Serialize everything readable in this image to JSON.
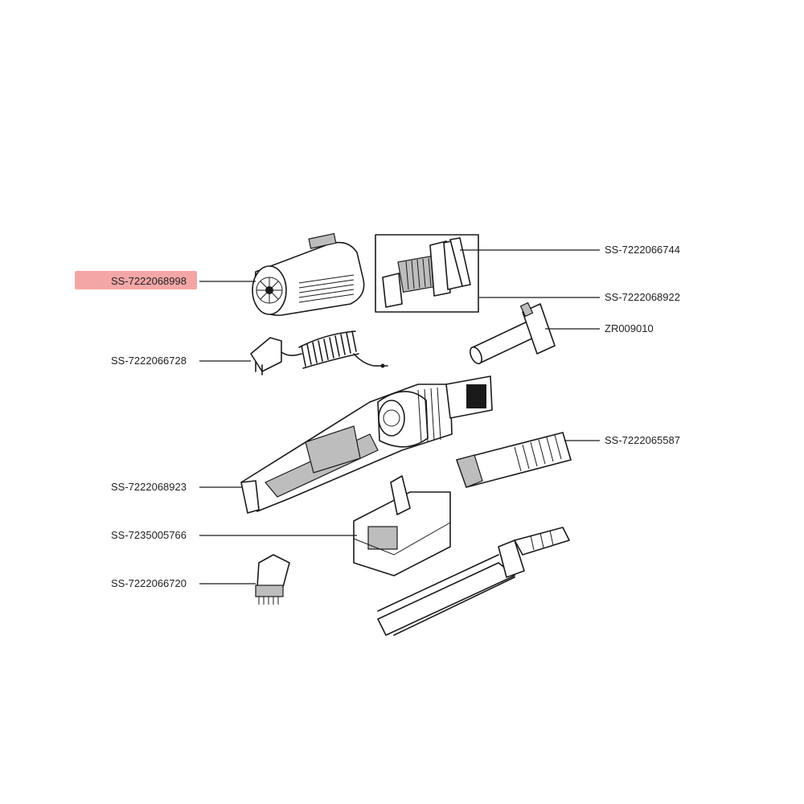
{
  "parts": [
    {
      "id": "p1",
      "code": "SS-7222068998",
      "highlighted": true
    },
    {
      "id": "p2",
      "code": "SS-7222066744",
      "highlighted": false
    },
    {
      "id": "p3",
      "code": "SS-7222068922",
      "highlighted": false
    },
    {
      "id": "p4",
      "code": "ZR009010",
      "highlighted": false
    },
    {
      "id": "p5",
      "code": "SS-7222066728",
      "highlighted": false
    },
    {
      "id": "p6",
      "code": "SS-7222065587",
      "highlighted": false
    },
    {
      "id": "p7",
      "code": "SS-7222068923",
      "highlighted": false
    },
    {
      "id": "p8",
      "code": "SS-7235005766",
      "highlighted": false
    },
    {
      "id": "p9",
      "code": "SS-7222066720",
      "highlighted": false
    }
  ],
  "colors": {
    "highlight": "#f4a6a6",
    "ink": "#1a1a1a",
    "background": "#ffffff"
  }
}
